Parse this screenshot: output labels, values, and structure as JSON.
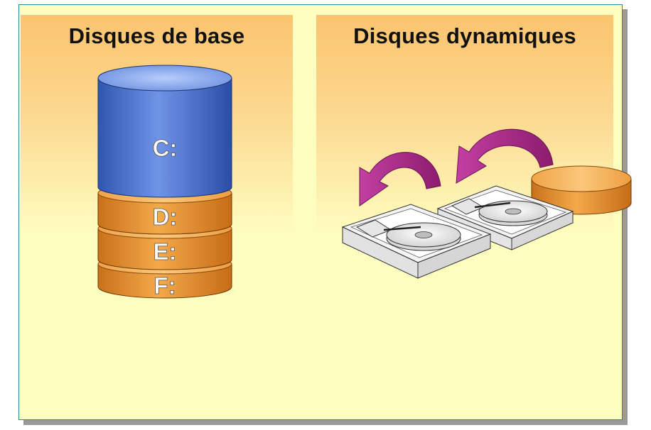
{
  "basic": {
    "title": "Disques de base",
    "volumes": [
      "C:",
      "D:",
      "E:",
      "F:"
    ]
  },
  "dynamic": {
    "title": "Disques dynamiques"
  },
  "colors": {
    "background": "#fefdc0",
    "panel_top": "#fbc46e",
    "volume_c": "#4a70c8",
    "volume_other": "#e8922c",
    "arrow": "#b0248a",
    "border": "#2d8a8a"
  }
}
